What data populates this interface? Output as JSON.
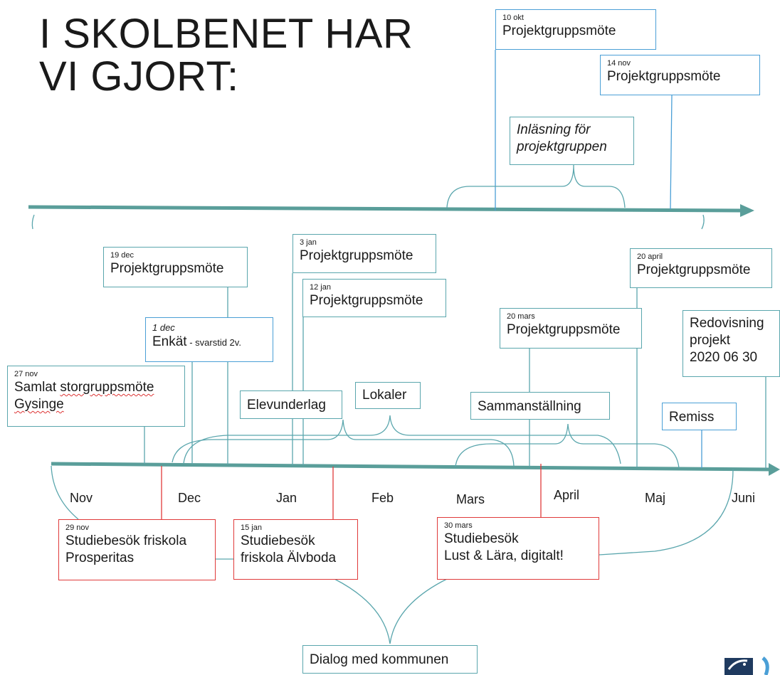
{
  "title": {
    "line1": "I SKOLBENET HAR",
    "line2": "VI GJORT:"
  },
  "boxes": {
    "okt10": {
      "date": "10 okt",
      "text": "Projektgruppsmöte"
    },
    "nov14": {
      "date": "14 nov",
      "text": "Projektgruppsmöte"
    },
    "inlasning": {
      "line1": "Inläsning för",
      "line2": "projektgruppen"
    },
    "dec19": {
      "date": "19 dec",
      "text": "Projektgruppsmöte"
    },
    "jan3": {
      "date": "3 jan",
      "text": "Projektgruppsmöte"
    },
    "jan12": {
      "date": "12 jan",
      "text": "Projektgruppsmöte"
    },
    "april20": {
      "date": "20 april",
      "text": "Projektgruppsmöte"
    },
    "mars20": {
      "date": "20 mars",
      "text": "Projektgruppsmöte"
    },
    "dec1": {
      "date": "1 dec",
      "text": "Enkät",
      "note": " - svarstid 2v."
    },
    "redovisning": {
      "line1": "Redovisning",
      "line2": "projekt",
      "line3": "2020 06 30"
    },
    "nov27": {
      "date": "27 nov",
      "line1_a": "Samlat ",
      "line1_b": "storgruppsmöte",
      "line2": "Gysinge"
    },
    "elevunderlag": {
      "text": "Elevunderlag"
    },
    "lokaler": {
      "text": "Lokaler"
    },
    "sammanstallning": {
      "text": "Sammanställning"
    },
    "remiss": {
      "text": "Remiss"
    },
    "nov29": {
      "date": "29 nov",
      "line1": "Studiebesök friskola",
      "line2": "Prosperitas"
    },
    "jan15": {
      "date": "15 jan",
      "line1": "Studiebesök",
      "line2": "friskola Älvboda"
    },
    "mars30": {
      "date": "30 mars",
      "line1": "Studiebesök",
      "line2": "Lust & Lära, digitalt!"
    },
    "dialog": {
      "text": "Dialog med kommunen"
    }
  },
  "months": [
    "Nov",
    "Dec",
    "Jan",
    "Feb",
    "Mars",
    "April",
    "Maj",
    "Juni"
  ],
  "colors": {
    "teal": "#5aa6ad",
    "arrow": "#5a9e9a",
    "red": "#e03a3a",
    "blue": "#4a9fd6"
  }
}
